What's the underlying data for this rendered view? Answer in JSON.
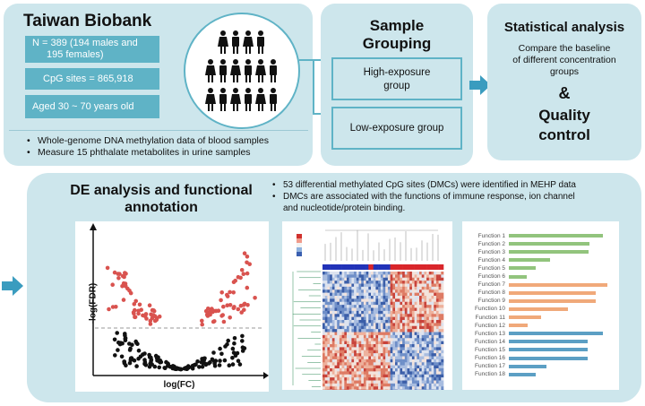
{
  "biobank": {
    "title": "Taiwan Biobank",
    "n_line1": "N = 389 (194 males and",
    "n_line2": "195 females)",
    "cpg": "CpG sites = 865,918",
    "age": "Aged 30 ~ 70 years old",
    "bullets": [
      "Whole-genome DNA methylation data of blood samples",
      "Measure 15 phthalate metabolites in urine samples"
    ]
  },
  "grouping": {
    "title_line1": "Sample",
    "title_line2": "Grouping",
    "high_line1": "High-exposure",
    "high_line2": "group",
    "low": "Low-exposure group"
  },
  "stats": {
    "title": "Statistical analysis",
    "desc_line1": "Compare the baseline",
    "desc_line2": "of different concentration",
    "desc_line3": "groups",
    "amp": "&",
    "quality_line1": "Quality",
    "quality_line2": "control"
  },
  "de": {
    "title_line1": "DE analysis and functional",
    "title_line2": "annotation",
    "bullet1": "53 differential methylated CpG sites (DMCs) were identified in MEHP data",
    "bullet2_line1": "DMCs are associated with the functions of immune response, ion channel",
    "bullet2_line2": "and nucleotide/protein binding."
  },
  "volcano": {
    "xlabel": "log(FC)",
    "ylabel": "-log(FDR)"
  },
  "functions": {
    "labels": [
      "Function 1",
      "Function 2",
      "Function 3",
      "Function 4",
      "Function 5",
      "Function 6",
      "Function 7",
      "Function 8",
      "Function 9",
      "Function 10",
      "Function 11",
      "Function 12",
      "Function 13",
      "Function 14",
      "Function 15",
      "Function 16",
      "Function 17",
      "Function 18"
    ],
    "values": [
      0.95,
      0.82,
      0.81,
      0.42,
      0.27,
      0.18,
      1.0,
      0.88,
      0.88,
      0.6,
      0.33,
      0.19,
      0.95,
      0.8,
      0.8,
      0.8,
      0.38,
      0.27
    ],
    "colors": [
      "#92c47d",
      "#92c47d",
      "#92c47d",
      "#92c47d",
      "#92c47d",
      "#92c47d",
      "#f0a97a",
      "#f0a97a",
      "#f0a97a",
      "#f0a97a",
      "#f0a97a",
      "#f0a97a",
      "#5c9fc4",
      "#5c9fc4",
      "#5c9fc4",
      "#5c9fc4",
      "#5c9fc4",
      "#5c9fc4"
    ]
  },
  "colors": {
    "panel_bg": "#cde6ec",
    "box_fill": "#5fb3c6",
    "arrow": "#3a9cbf",
    "volcano_red": "#d9534f"
  }
}
